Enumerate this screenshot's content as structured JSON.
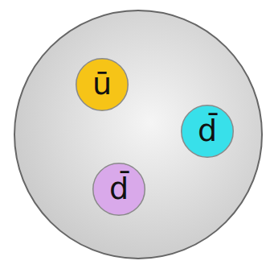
{
  "diagram": {
    "nodes": [
      {
        "text": []
      },
      {
        "text": [
          "ū"
        ],
        "in": 0
      },
      {
        "text": [
          "d̄"
        ],
        "in": 0
      },
      {
        "text": [
          "d̄"
        ],
        "in": 0
      }
    ]
  }
}
